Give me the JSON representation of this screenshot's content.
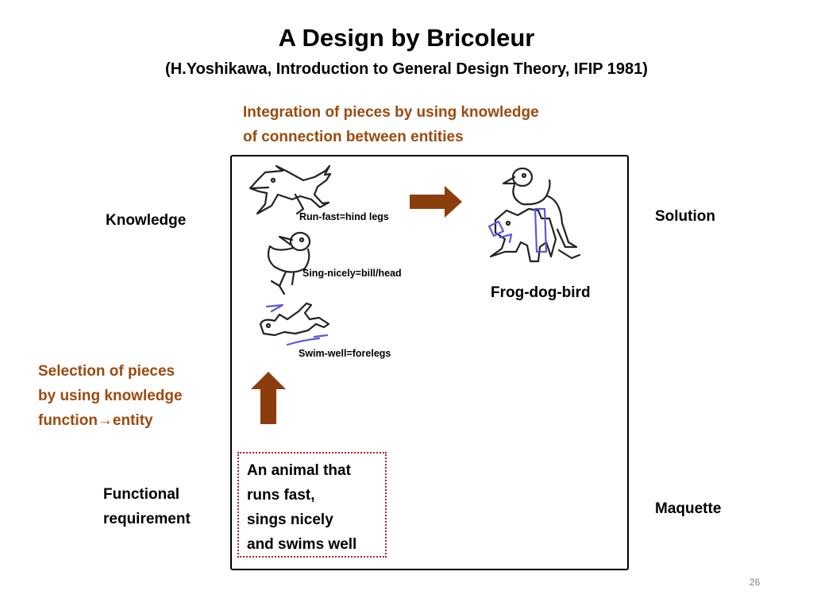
{
  "slide": {
    "title": "A Design by Bricoleur",
    "subtitle": "(H.Yoshikawa, Introduction to General Design Theory, IFIP 1981)",
    "integration_line1": "Integration of pieces by using knowledge",
    "integration_line2": "of connection between entities",
    "knowledge_label": "Knowledge",
    "solution_label": "Solution",
    "selection_line1": "Selection of pieces",
    "selection_line2": "by using knowledge",
    "selection_line3": "function→entity",
    "functional_line1": "Functional",
    "functional_line2": "requirement",
    "maquette_label": "Maquette",
    "piece_dog_label": "Run-fast=hind legs",
    "piece_bird_label": "Sing-nicely=bill/head",
    "piece_frog_label": "Swim-well=forelegs",
    "result_label": "Frog-dog-bird",
    "requirement_line1": "An animal that",
    "requirement_line2": "runs fast,",
    "requirement_line3": "sings nicely",
    "requirement_line4": "and swims well",
    "page_number": "26"
  },
  "colors": {
    "accent_text": "#9c4a0e",
    "arrow_fill": "#8b3e0c",
    "requirement_border": "#b0202a"
  }
}
